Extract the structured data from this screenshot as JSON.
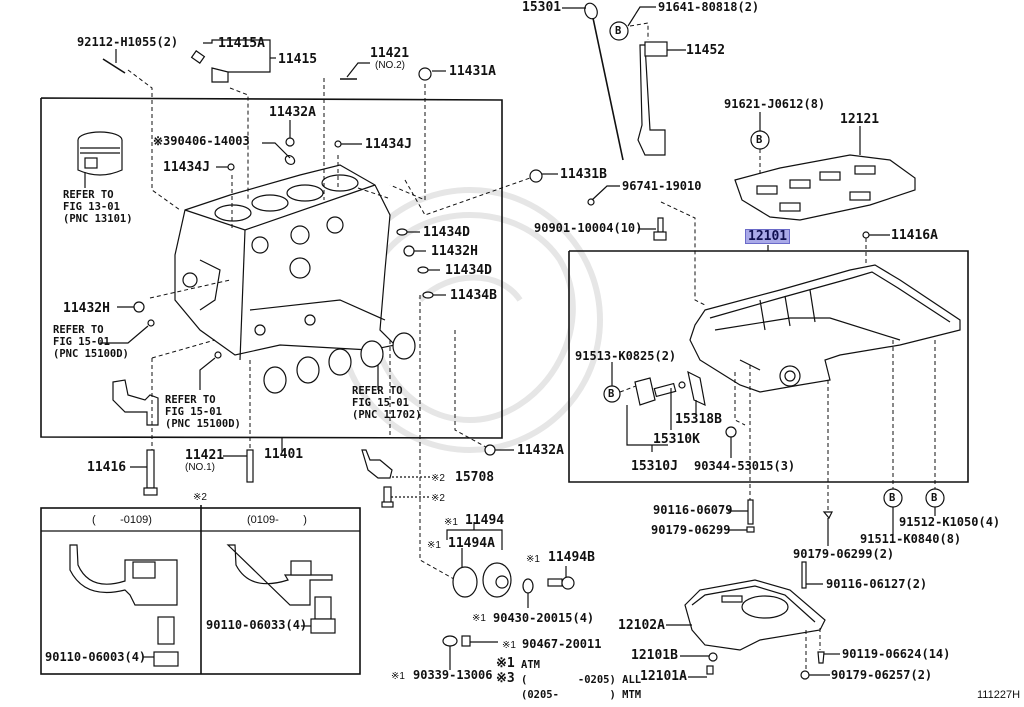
{
  "diagram": {
    "figure_code": "111227H",
    "highlighted_part": "12101",
    "highlight_color": "#a9a9e8",
    "labels": {
      "p92112": "92112-H1055(2)",
      "p11415A": "11415A",
      "p11415": "11415",
      "p11421_no2": "11421",
      "p11421_no2_sub": "(NO.2)",
      "p11431A": "11431A",
      "p11432A_top": "11432A",
      "p390406": "※390406-14003",
      "p11434J_right": "11434J",
      "p11434J_left": "11434J",
      "p11431B": "11431B",
      "p11434D_1": "11434D",
      "p11432H_right": "11432H",
      "p11434D_2": "11434D",
      "p11434B": "11434B",
      "p11432H_left": "11432H",
      "p11401": "11401",
      "p11416": "11416",
      "p11421_no1": "11421",
      "p11421_no1_sub": "(NO.1)",
      "p11432A_bottom": "11432A",
      "p15708": "15708",
      "p15708_mark": "※2",
      "p_bolt_mark": "※2",
      "p_box_mark": "※2",
      "p11494": "11494",
      "p11494_mark": "※1",
      "p11494A": "11494A",
      "p11494A_mark": "※1",
      "p11494B": "11494B",
      "p11494B_mark": "※1",
      "p90430": "90430-20015(4)",
      "p90430_mark": "※1",
      "p90467": "90467-20011",
      "p90467_mark": "※1",
      "p90339": "90339-13006",
      "p90339_mark": "※1",
      "p15301": "15301",
      "p91641": "91641-80818(2)",
      "p11452": "11452",
      "p91621": "91621-J0612(8)",
      "p12121": "12121",
      "p96741": "96741-19010",
      "p90901": "90901-10004(10)",
      "p12101": "12101",
      "p11416A": "11416A",
      "p91513": "91513-K0825(2)",
      "p15318B": "15318B",
      "p15310K": "15310K",
      "p15310J": "15310J",
      "p90344": "90344-53015(3)",
      "p90116_06079": "90116-06079",
      "p90179_06299": "90179-06299",
      "p90179_06299_2": "90179-06299(2)",
      "p91512": "91512-K1050(4)",
      "p91511": "91511-K0840(8)",
      "p90116_06127": "90116-06127(2)",
      "p12102A": "12102A",
      "p90119": "90119-06624(14)",
      "p12101B": "12101B",
      "p12101A": "12101A",
      "p90179_06257": "90179-06257(2)",
      "p90110_06003": "90110-06003(4)",
      "p90110_06033": "90110-06033(4)"
    },
    "refer_notes": {
      "piston": [
        "REFER TO",
        "FIG 13-01",
        "(PNC 13101)"
      ],
      "left_15100D": [
        "REFER TO",
        "FIG 15-01",
        "(PNC 15100D)"
      ],
      "center_15100D": [
        "REFER TO",
        "FIG 15-01",
        "(PNC 15100D)"
      ],
      "bearing_11702": [
        "REFER TO",
        "FIG 15-01",
        "(PNC 11702)"
      ]
    },
    "variant_boxes": {
      "left_header": "(        -0109)",
      "right_header": "(0109-        )"
    },
    "legend": {
      "line1_mark": "※1",
      "line1_text": "ATM",
      "line2_mark": "※3",
      "line2_text": "(        -0205) ALL",
      "line3_text": "(0205-        ) MTM"
    },
    "callout_bubble": "B"
  }
}
